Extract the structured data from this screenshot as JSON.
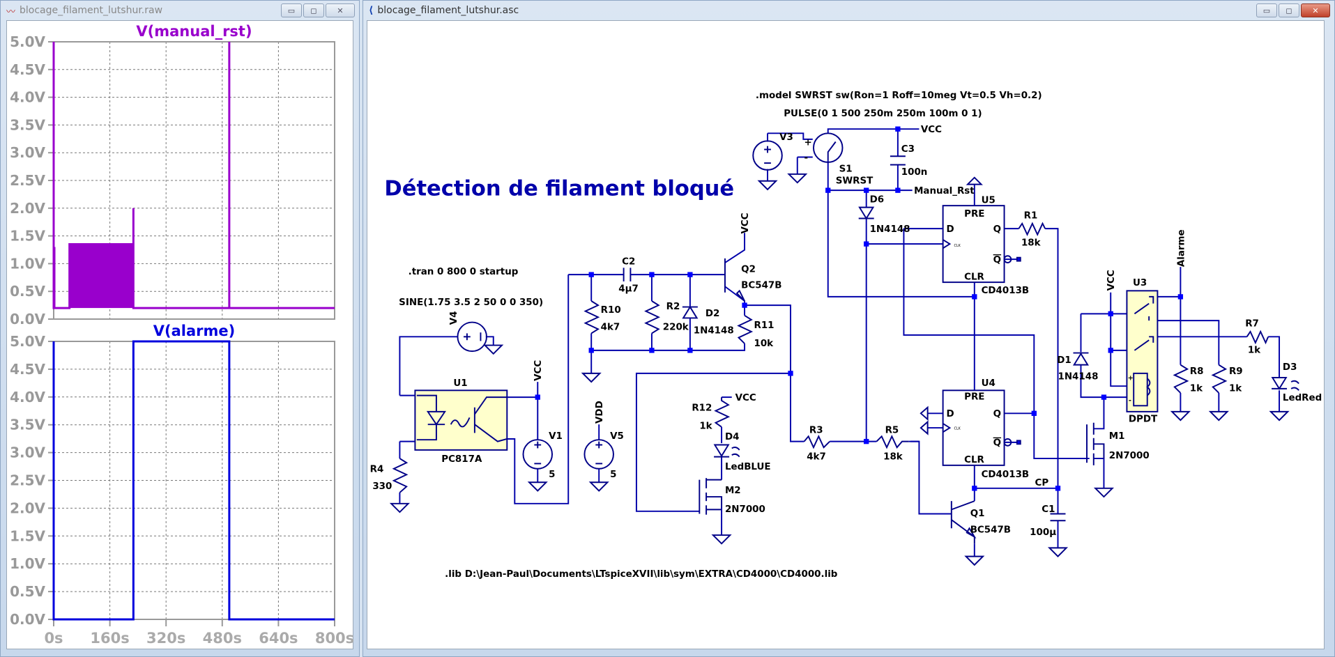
{
  "waveform_window": {
    "title": "blocage_filament_lutshur.raw",
    "icon": "waveform-icon",
    "buttons": {
      "minimize": "minimize",
      "maximize": "maximize",
      "close": "close"
    }
  },
  "schematic_window": {
    "title": "blocage_filament_lutshur.asc",
    "icon": "ltspice-schematic-icon",
    "buttons": {
      "minimize": "minimize",
      "maximize": "maximize",
      "close": "close"
    }
  },
  "chart_data": [
    {
      "type": "line",
      "title": "V(manual_rst)",
      "color": "#9900cc",
      "xlabel": "",
      "ylabel": "",
      "xlim": [
        0,
        800
      ],
      "ylim": [
        0,
        5
      ],
      "yticks": [
        "0.0V",
        "0.5V",
        "1.0V",
        "1.5V",
        "2.0V",
        "2.5V",
        "3.0V",
        "3.5V",
        "4.0V",
        "4.5V",
        "5.0V"
      ],
      "xticks": [
        "0s",
        "160s",
        "320s",
        "480s",
        "640s",
        "800s"
      ],
      "grid": true,
      "series": [
        {
          "name": "V(manual_rst)",
          "points": [
            [
              0,
              1.3
            ],
            [
              0,
              5.0
            ],
            [
              0,
              0.2
            ],
            [
              2,
              0.2
            ],
            [
              2,
              1.3
            ],
            [
              2,
              0.2
            ],
            [
              45,
              0.2
            ],
            [
              45,
              1.35
            ],
            [
              227,
              1.35
            ],
            [
              227,
              0.2
            ],
            [
              227,
              2.0
            ],
            [
              227,
              0.2
            ],
            [
              500,
              0.2
            ],
            [
              500,
              5.0
            ],
            [
              500,
              0.2
            ],
            [
              800,
              0.2
            ]
          ],
          "oscillation_band": {
            "x_start": 45,
            "x_end": 227,
            "y_low": 0.2,
            "y_high": 1.35
          }
        }
      ]
    },
    {
      "type": "line",
      "title": "V(alarme)",
      "color": "#0000dd",
      "xlabel": "",
      "ylabel": "",
      "xlim": [
        0,
        800
      ],
      "ylim": [
        0,
        5
      ],
      "yticks": [
        "0.0V",
        "0.5V",
        "1.0V",
        "1.5V",
        "2.0V",
        "2.5V",
        "3.0V",
        "3.5V",
        "4.0V",
        "4.5V",
        "5.0V"
      ],
      "xticks": [
        "0s",
        "160s",
        "320s",
        "480s",
        "640s",
        "800s"
      ],
      "grid": true,
      "series": [
        {
          "name": "V(alarme)",
          "points": [
            [
              0,
              0
            ],
            [
              0,
              5
            ],
            [
              0,
              0
            ],
            [
              227,
              0
            ],
            [
              227,
              5
            ],
            [
              500,
              5
            ],
            [
              500,
              0
            ],
            [
              800,
              0
            ]
          ]
        }
      ]
    }
  ],
  "schematic": {
    "title": "Détection de filament bloqué",
    "directives": {
      "model": ".model SWRST sw(Ron=1 Roff=10meg Vt=0.5 Vh=0.2)",
      "pulse": "PULSE(0 1 500 250m 250m 100m 0 1)",
      "tran": ".tran 0 800 0 startup",
      "sine": "SINE(1.75 3.5 2 50 0 0 350)",
      "lib": ".lib D:\\Jean-Paul\\Documents\\LTspiceXVII\\lib\\sym\\EXTRA\\CD4000\\CD4000.lib"
    },
    "components": {
      "V3": {
        "ref": "V3"
      },
      "S1": {
        "ref": "S1",
        "value": "SWRST"
      },
      "C3": {
        "ref": "C3",
        "value": "100n"
      },
      "D6": {
        "ref": "D6",
        "value": "1N4148"
      },
      "U5": {
        "ref": "U5",
        "value": "CD4013B"
      },
      "U4": {
        "ref": "U4",
        "value": "CD4013B"
      },
      "R1": {
        "ref": "R1",
        "value": "18k"
      },
      "C2": {
        "ref": "C2",
        "value": "4µ7"
      },
      "Q2": {
        "ref": "Q2",
        "value": "BC547B"
      },
      "R10": {
        "ref": "R10",
        "value": "4k7"
      },
      "R2": {
        "ref": "R2",
        "value": "220k"
      },
      "D2": {
        "ref": "D2",
        "value": "1N4148"
      },
      "R11": {
        "ref": "R11",
        "value": "10k"
      },
      "V4": {
        "ref": "V4"
      },
      "U1": {
        "ref": "U1",
        "value": "PC817A"
      },
      "V1": {
        "ref": "V1",
        "value": "5"
      },
      "V5": {
        "ref": "V5",
        "value": "5"
      },
      "R4": {
        "ref": "R4",
        "value": "330"
      },
      "R12": {
        "ref": "R12",
        "value": "1k"
      },
      "D4": {
        "ref": "D4",
        "value": "LedBLUE"
      },
      "M2": {
        "ref": "M2",
        "value": "2N7000"
      },
      "R3": {
        "ref": "R3",
        "value": "4k7"
      },
      "R5": {
        "ref": "R5",
        "value": "18k"
      },
      "Q1": {
        "ref": "Q1",
        "value": "BC547B"
      },
      "C1": {
        "ref": "C1",
        "value": "100µ"
      },
      "M1": {
        "ref": "M1",
        "value": "2N7000"
      },
      "D1": {
        "ref": "D1",
        "value": "1N4148"
      },
      "U3": {
        "ref": "U3",
        "value": "DPDT"
      },
      "R7": {
        "ref": "R7",
        "value": "1k"
      },
      "R8": {
        "ref": "R8",
        "value": "1k"
      },
      "R9": {
        "ref": "R9",
        "value": "1k"
      },
      "D3": {
        "ref": "D3",
        "value": "LedRed"
      }
    },
    "net_labels": {
      "vcc": "VCC",
      "vdd": "VDD",
      "manual_rst": "Manual_Rst",
      "alarme": "Alarme",
      "cp": "CP"
    },
    "ff_pins": {
      "pre": "PRE",
      "clr": "CLR",
      "d": "D",
      "q": "Q",
      "qbar": "Q",
      "clk": "CLK"
    },
    "polarity": {
      "plus": "+",
      "minus": "-"
    }
  }
}
